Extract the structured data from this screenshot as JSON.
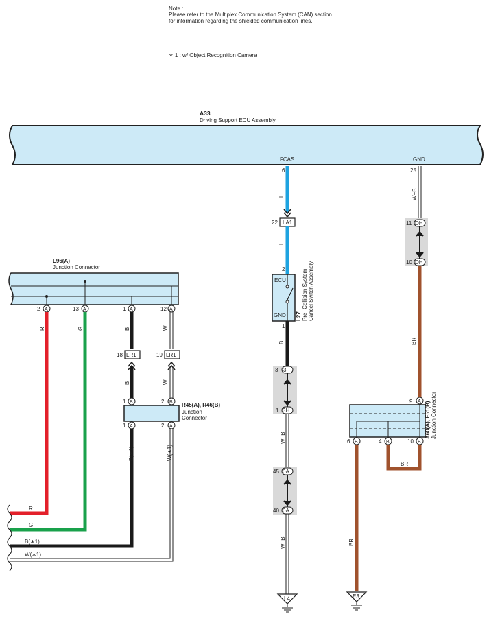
{
  "note": {
    "title": "Note :",
    "line1": "Please refer to the Multiplex Communication System (CAN) section",
    "line2": "for information regarding the shielded communication lines."
  },
  "footnote": "∗ 1 : w/ Object Recognition Camera",
  "ecu": {
    "code": "A33",
    "name": "Driving Support ECU Assembly",
    "fcas_label": "FCAS",
    "gnd_label": "GND",
    "fcas_pin": "6",
    "gnd_pin": "25"
  },
  "l96": {
    "code": "L96(A)",
    "name": "Junction Connector",
    "pins": [
      "2",
      "13",
      "1",
      "12"
    ],
    "letter": "A"
  },
  "r45": {
    "code": "R45(A), R46(B)",
    "name_line1": "Junction",
    "name_line2": "Connector",
    "top_pins": [
      "1",
      "2"
    ],
    "top_letters": [
      "B",
      "B"
    ],
    "bottom_pins": [
      "1",
      "2"
    ],
    "bottom_letters": [
      "A",
      "A"
    ]
  },
  "l27": {
    "code": "L27",
    "name_line1": "Pre−Collision System",
    "name_line2": "Cancel Switch Assembly",
    "ecu_label": "ECU",
    "gnd_label": "GND",
    "pin_top": "2",
    "pin_bottom": "1"
  },
  "a60": {
    "code": "A60(A), E51(B)",
    "name": "Junction Connector",
    "pin_top": "9",
    "pin_top_letter": "A",
    "bottom_pins": [
      "6",
      "4",
      "10"
    ],
    "bottom_letter": "B"
  },
  "connectors": {
    "la1": {
      "pin": "22",
      "label": "LA1"
    },
    "lr1_left": {
      "pin": "18",
      "label": "LR1"
    },
    "lr1_right": {
      "pin": "19",
      "label": "LR1"
    },
    "c3f": {
      "pin": "3",
      "label": "3F"
    },
    "c3h": {
      "pin": "1",
      "label": "3H"
    },
    "c0a_top": {
      "pin": "45",
      "label": "0A"
    },
    "c0a_bot": {
      "pin": "40",
      "label": "0A"
    },
    "dh_top": {
      "pin": "11",
      "label": "DH"
    },
    "dh_bot": {
      "pin": "10",
      "label": "DH"
    }
  },
  "wires": {
    "l": "L",
    "r": "R",
    "g": "G",
    "b": "B",
    "w": "W",
    "b1": "B(∗1)",
    "w1": "W(∗1)",
    "wb": "W−B",
    "br": "BR"
  },
  "colors": {
    "panel_fill": "#cdeaf7",
    "blue_wire": "#1ea3e0",
    "red_wire": "#e3202a",
    "green_wire": "#19a14b",
    "black_wire": "#1a1a1a",
    "brown_wire": "#a0522d",
    "connector_fill": "#d9d9d9"
  },
  "grounds": {
    "l4": "L4",
    "e3": "E3"
  }
}
